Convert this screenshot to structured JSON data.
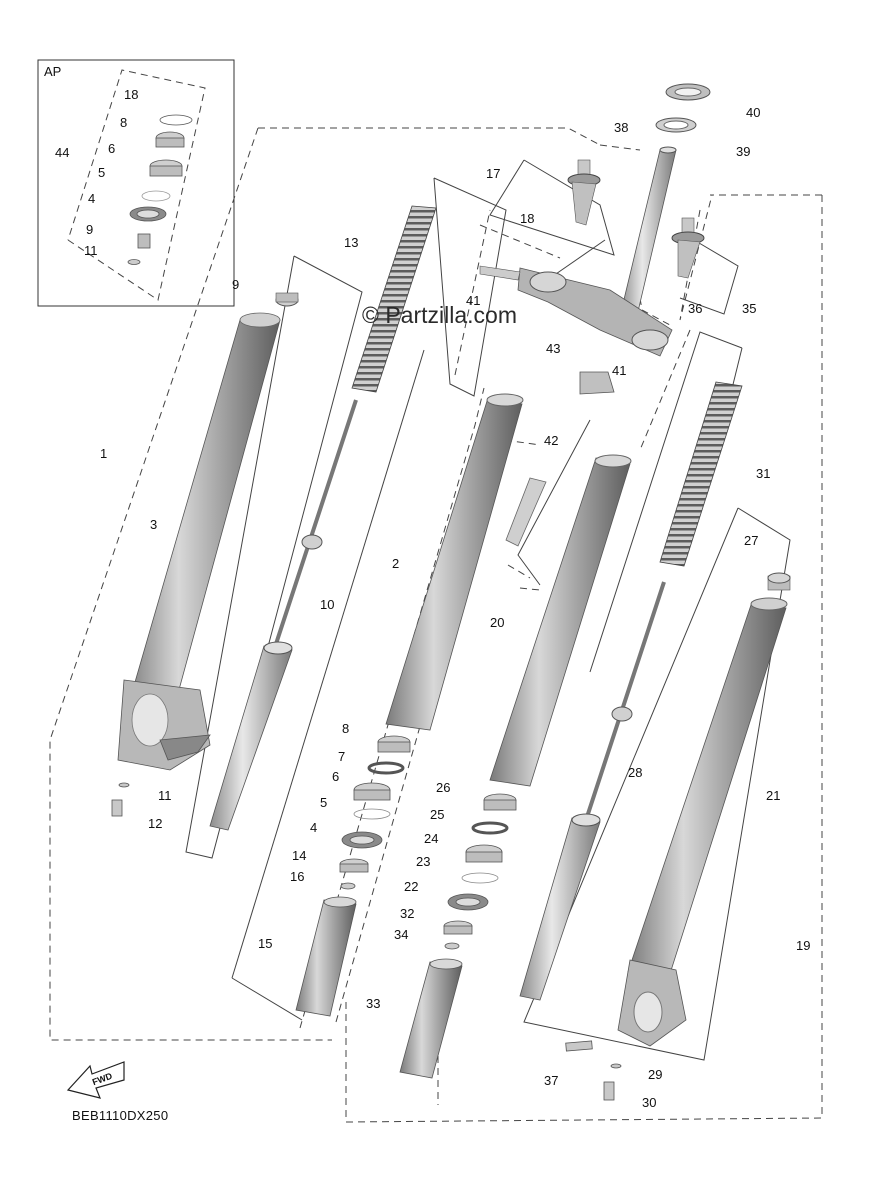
{
  "diagram": {
    "inset_title": "AP",
    "watermark": "© Partzilla.com",
    "diagram_code": "BEB1110DX250",
    "direction_badge": "FWD",
    "callouts": [
      "1",
      "2",
      "3",
      "4",
      "5",
      "6",
      "7",
      "8",
      "9",
      "10",
      "11",
      "12",
      "13",
      "14",
      "15",
      "16",
      "17",
      "18",
      "19",
      "20",
      "21",
      "22",
      "23",
      "24",
      "25",
      "26",
      "27",
      "28",
      "29",
      "30",
      "31",
      "32",
      "33",
      "34",
      "35",
      "36",
      "37",
      "38",
      "39",
      "40",
      "41",
      "42",
      "43",
      "44"
    ]
  }
}
